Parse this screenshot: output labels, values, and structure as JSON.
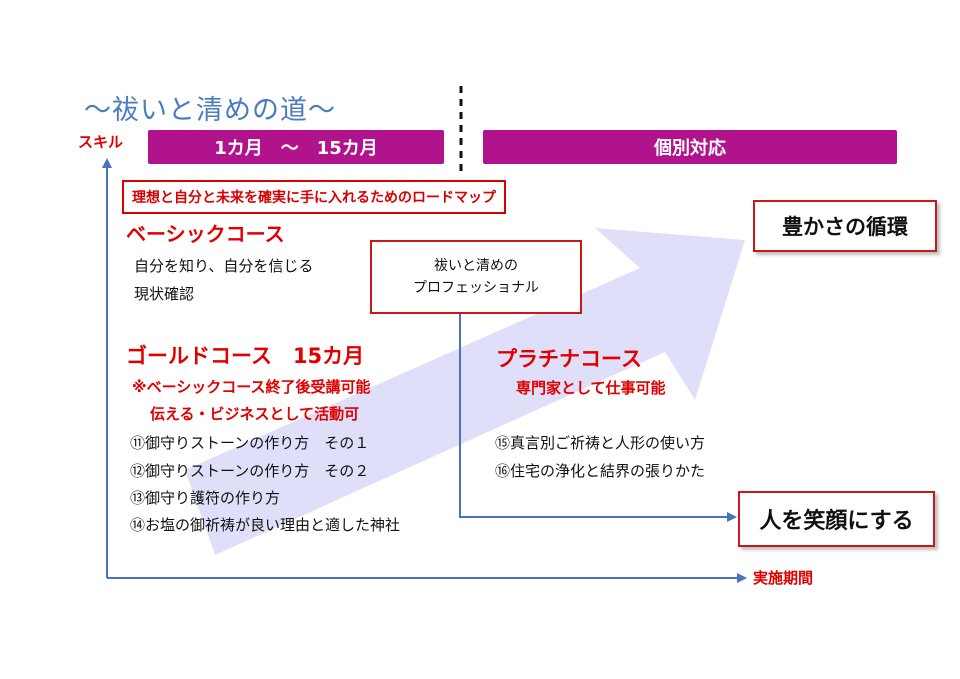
{
  "title": "〜祓いと清めの道〜",
  "axis": {
    "y_label": "スキル",
    "x_label": "実施期間"
  },
  "bands": {
    "period": "1カ月　〜　15カ月",
    "individual": "個別対応"
  },
  "roadmap_label": "理想と自分と未来を確実に手に入れるためのロードマップ",
  "basic": {
    "heading": "ベーシックコース",
    "lines": [
      "自分を知り、自分を信じる",
      "現状確認"
    ]
  },
  "professional": {
    "line1": "祓いと清めの",
    "line2": "プロフェッショナル"
  },
  "gold": {
    "heading": "ゴールドコース　15カ月",
    "note1": "※ベーシックコース終了後受講可能",
    "note2": "伝える・ビジネスとして活動可",
    "items": [
      "⑪御守りストーンの作り方　その１",
      "⑫御守りストーンの作り方　その２",
      "⑬御守り護符の作り方",
      "⑭お塩の御祈祷が良い理由と適した神社"
    ]
  },
  "platinum": {
    "heading": "プラチナコース",
    "note": "専門家として仕事可能",
    "items": [
      "⑮真言別ご祈祷と人形の使い方",
      "⑯住宅の浄化と結界の張りかた"
    ]
  },
  "results": {
    "abundance": "豊かさの循環",
    "smile": "人を笑顔にする"
  },
  "colors": {
    "band": "#b0138b",
    "red": "#e10000",
    "axis": "#4a72c4",
    "arrow": "#dcdcf8",
    "title": "#4a7cc0"
  }
}
